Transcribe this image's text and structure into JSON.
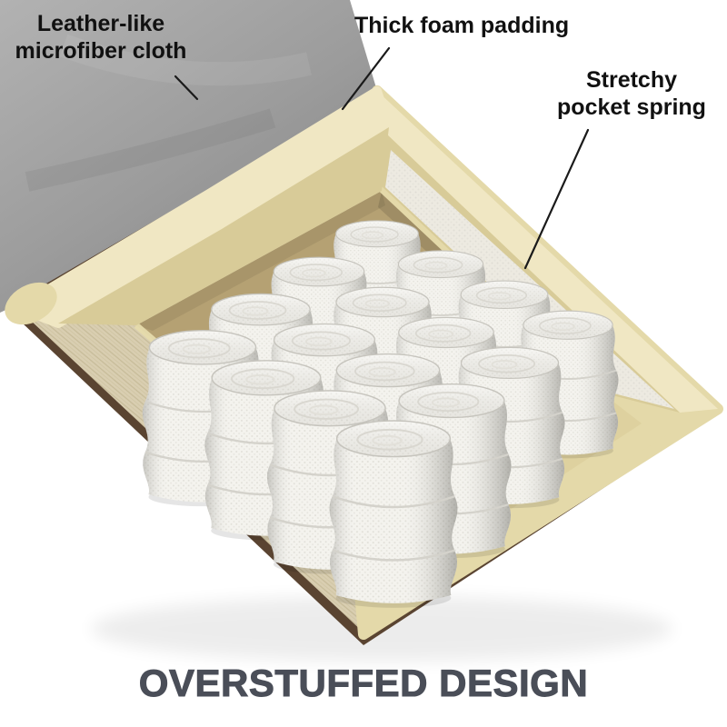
{
  "annotations": {
    "cloth": {
      "line1": "Leather-like",
      "line2": "microfiber cloth"
    },
    "foam": {
      "line1": "Thick foam padding"
    },
    "spring": {
      "line1": "Stretchy",
      "line2": "pocket spring"
    }
  },
  "title": {
    "text": "OVERSTUFFED DESIGN"
  },
  "colors": {
    "background": "#ffffff",
    "label_text": "#111111",
    "callout_line": "#1a1a1a",
    "title_text": "#4a4e58",
    "cloth_gray": "#9d9d9d",
    "foam_cream": "#e4d9a9",
    "foam_top_light": "#f0e7c3",
    "foam_inner_shadow": "#d8cb98",
    "base_brown": "#5a4431",
    "base_beige": "#d9ceb1",
    "floor_tan": "#b5a173",
    "spring_white": "#f4f3ee",
    "spring_rib": "#d4d2cb"
  }
}
